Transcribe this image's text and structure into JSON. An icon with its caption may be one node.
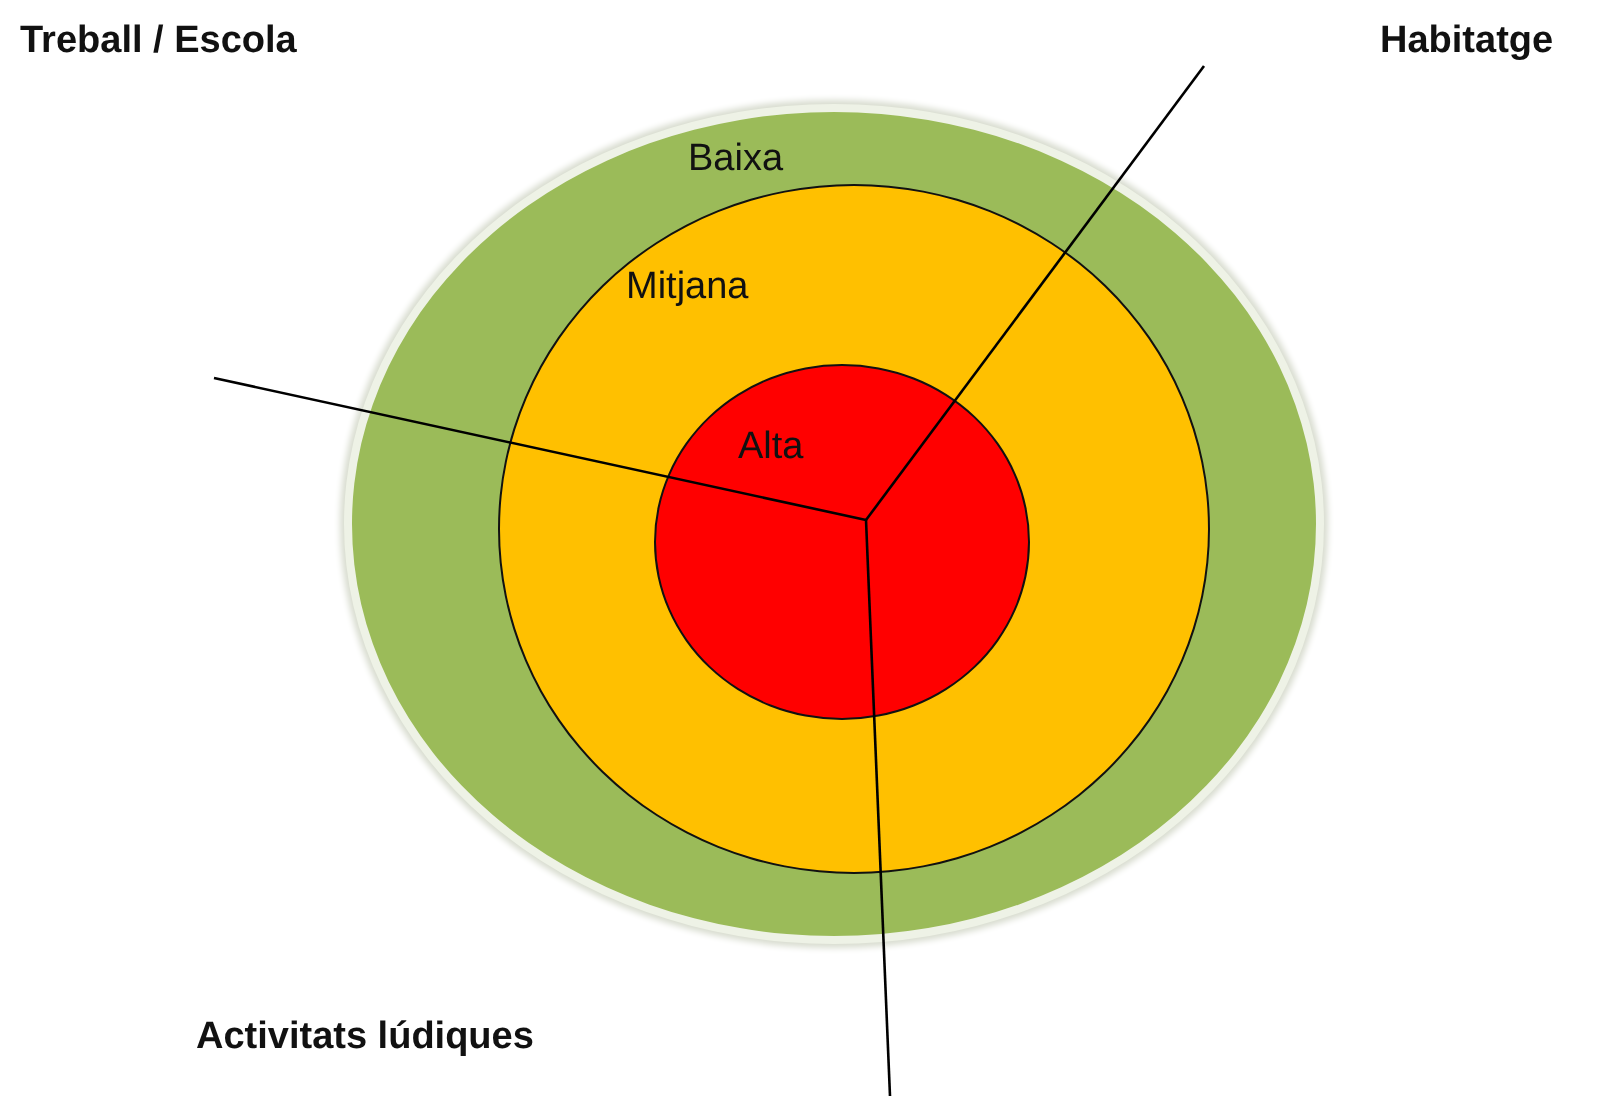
{
  "diagram": {
    "nodes": [
      {
        "text": [
          "Baixa"
        ]
      },
      {
        "text": [
          "Mitjana"
        ],
        "in": 0
      },
      {
        "text": [
          "Alta"
        ],
        "in": 1
      }
    ],
    "labels": [
      "Treball / Escola",
      "Habitatge",
      "Activitats lúdiques"
    ]
  }
}
